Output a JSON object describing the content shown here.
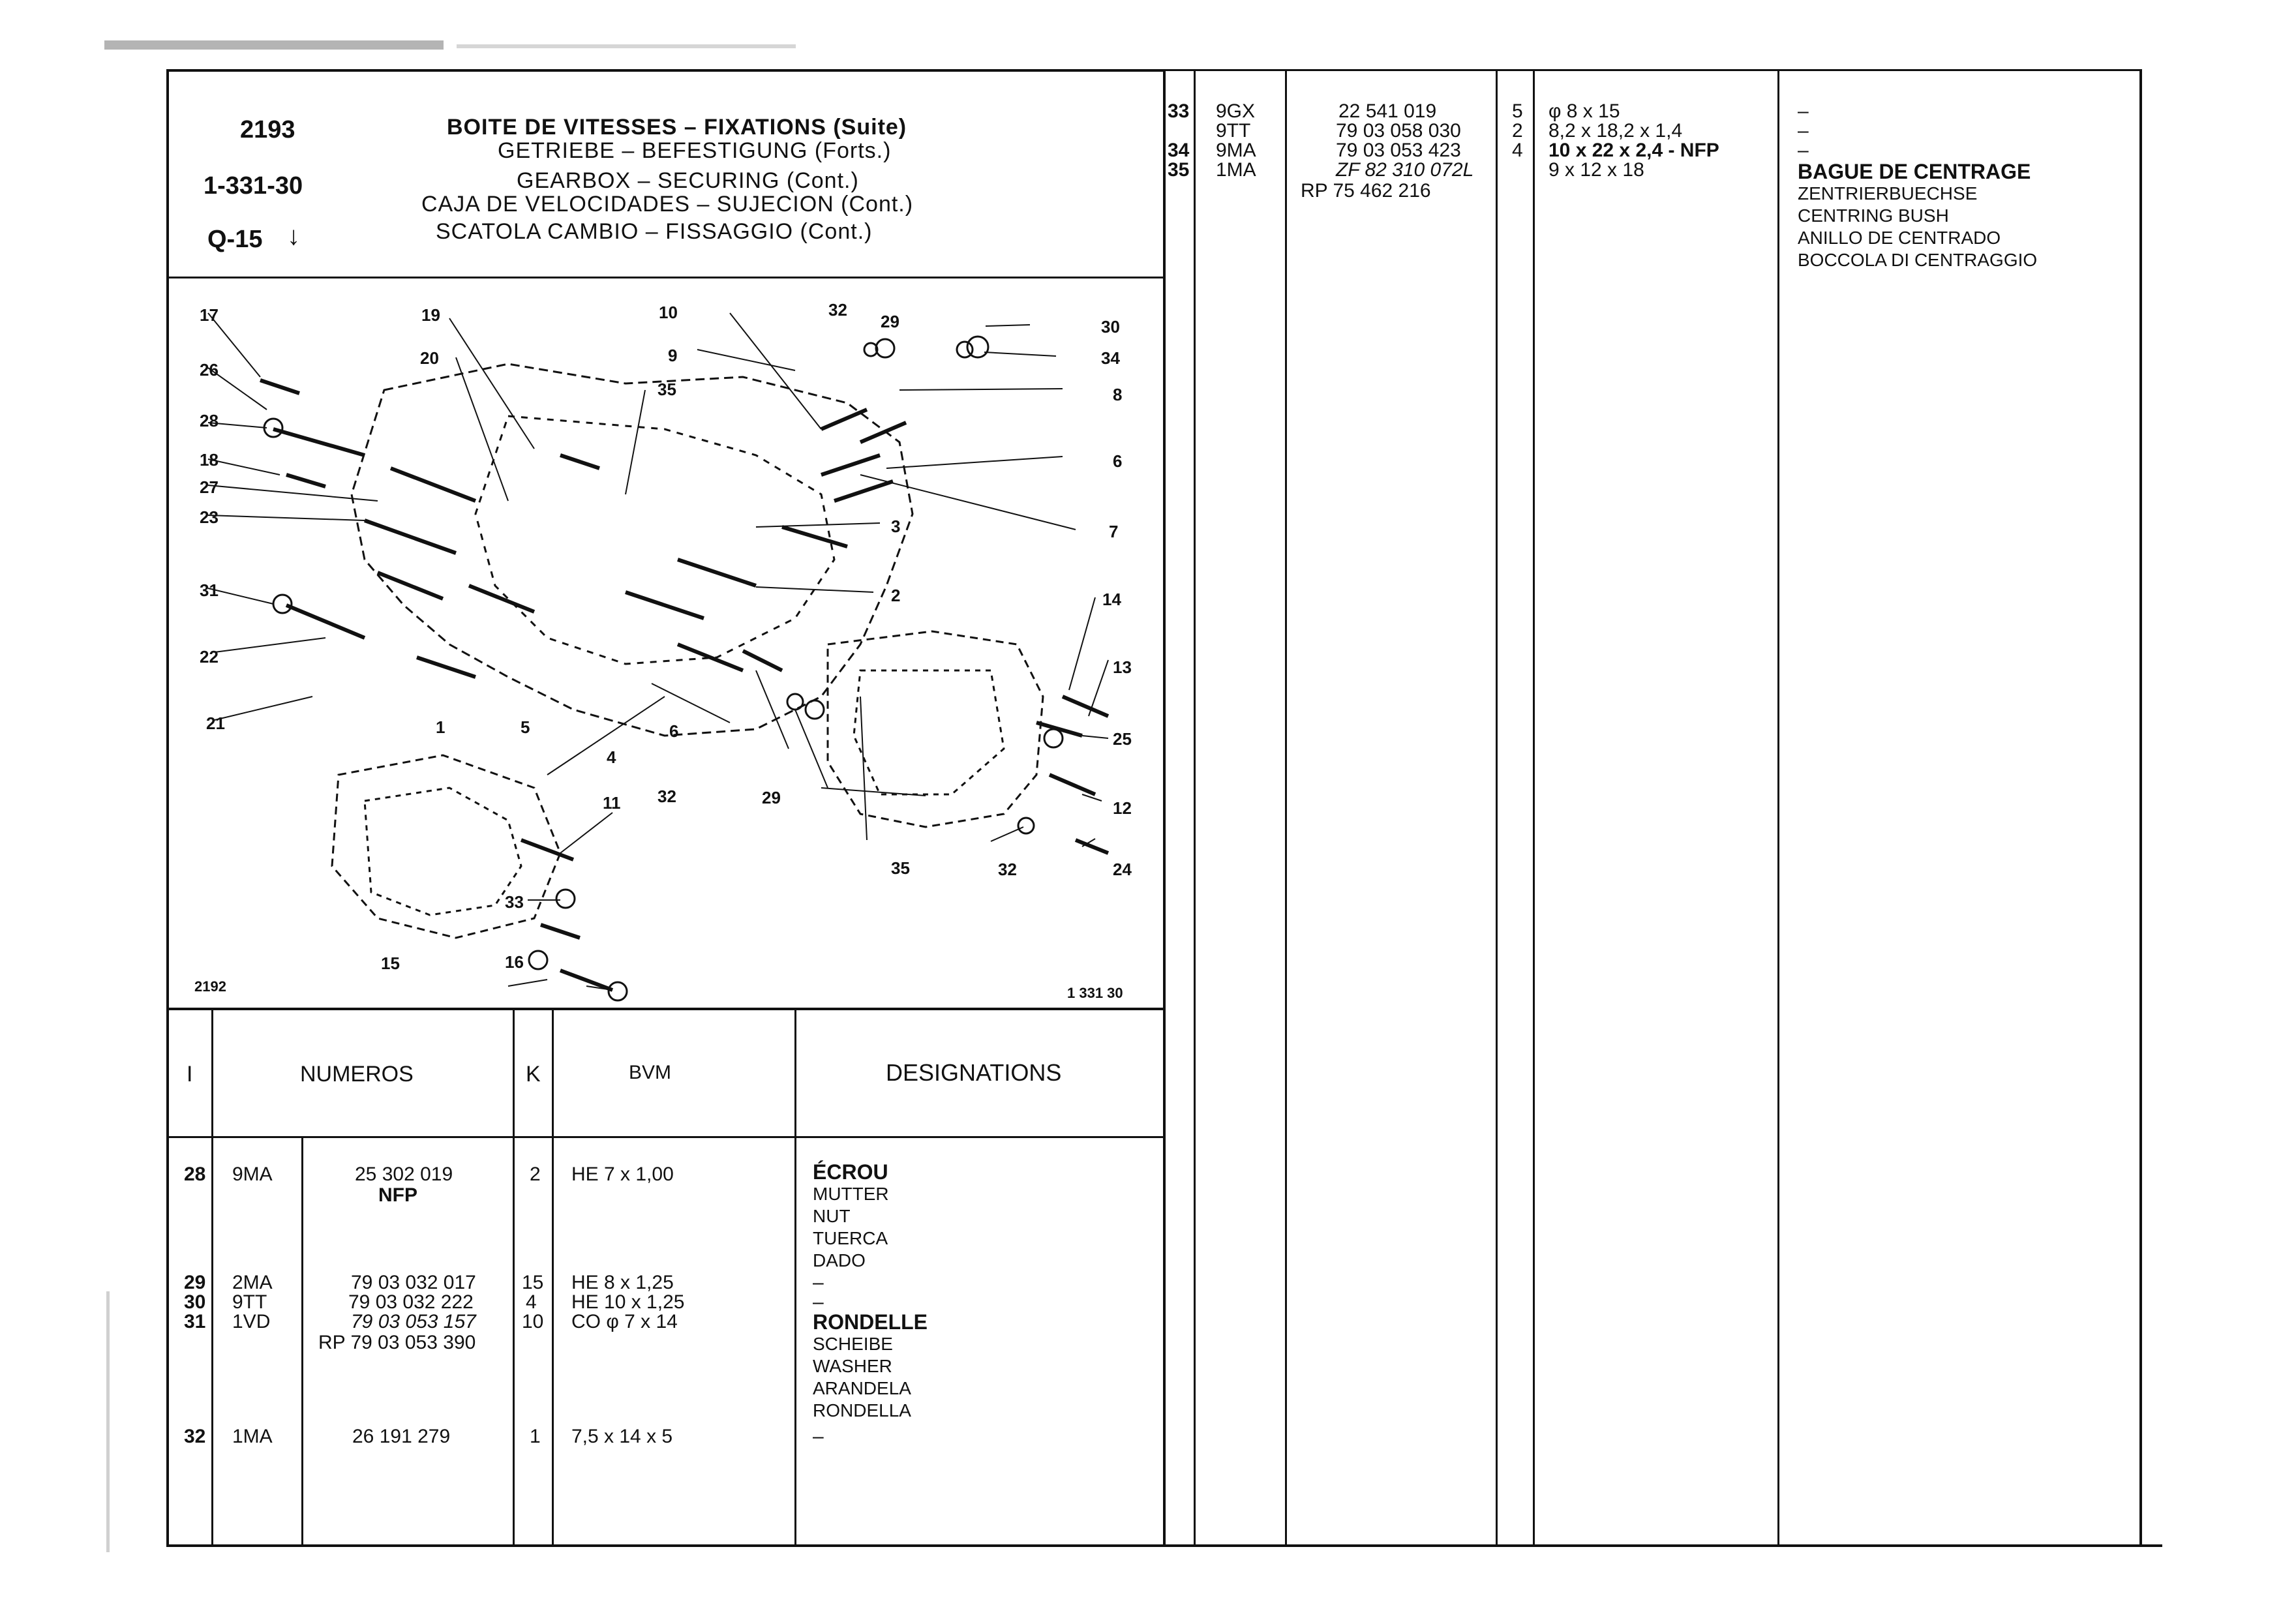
{
  "header": {
    "page_number": "2193",
    "ref_code": "1-331-30",
    "sub_code": "Q-15",
    "arrow": "↓",
    "titles": [
      "BOITE DE VITESSES – FIXATIONS (Suite)",
      "GETRIEBE – BEFESTIGUNG (Forts.)",
      "GEARBOX – SECURING (Cont.)",
      "CAJA DE VELOCIDADES – SUJECION (Cont.)",
      "SCATOLA CAMBIO – FISSAGGIO (Cont.)"
    ]
  },
  "diagram": {
    "corner_left": "2192",
    "corner_right": "1 331 30",
    "callouts": [
      "17",
      "19",
      "10",
      "32",
      "29",
      "30",
      "34",
      "26",
      "20",
      "9",
      "35",
      "8",
      "28",
      "18",
      "6",
      "27",
      "23",
      "3",
      "7",
      "31",
      "2",
      "14",
      "22",
      "13",
      "21",
      "1",
      "5",
      "6",
      "25",
      "4",
      "32",
      "29",
      "12",
      "11",
      "35",
      "32",
      "24",
      "33",
      "15",
      "16"
    ]
  },
  "table_headers": {
    "col_i": "I",
    "col_numeros": "NUMEROS",
    "col_k": "K",
    "col_bvm": "BVM",
    "col_designations": "DESIGNATIONS"
  },
  "left_rows": [
    {
      "i": "28",
      "type": "9MA",
      "num": [
        "25 302 019",
        "NFP"
      ],
      "k": "2",
      "bvm": "HE 7 x 1,00",
      "des": [
        "ÉCROU",
        "MUTTER",
        "NUT",
        "TUERCA",
        "DADO"
      ]
    },
    {
      "i": "29",
      "type": "2MA",
      "num": [
        "79 03 032 017"
      ],
      "k": "15",
      "bvm": "HE 8 x 1,25",
      "des": [
        "–"
      ]
    },
    {
      "i": "30",
      "type": "9TT",
      "num": [
        "79 03 032 222"
      ],
      "k": "4",
      "bvm": "HE 10 x 1,25",
      "des": [
        "–"
      ]
    },
    {
      "i": "31",
      "type": "1VD",
      "num": [
        "79 03 053 157",
        "RP 79 03 053 390"
      ],
      "k": "10",
      "bvm": "CO φ 7 x 14",
      "des": [
        "RONDELLE",
        "SCHEIBE",
        "WASHER",
        "ARANDELA",
        "RONDELLA"
      ]
    },
    {
      "i": "32",
      "type": "1MA",
      "num": [
        "26 191 279"
      ],
      "k": "1",
      "bvm": "7,5 x 14 x 5",
      "des": [
        "–"
      ]
    }
  ],
  "right_rows": [
    {
      "i": "33",
      "type": "9GX",
      "num": [
        "22 541 019"
      ],
      "k": "5",
      "bvm": "φ 8 x 15",
      "des": [
        "–"
      ]
    },
    {
      "i": "",
      "type": "9TT",
      "num": [
        "79 03 058 030"
      ],
      "k": "2",
      "bvm": "8,2 x 18,2 x 1,4",
      "des": [
        "–"
      ]
    },
    {
      "i": "34",
      "type": "9MA",
      "num": [
        "79 03 053 423"
      ],
      "k": "4",
      "bvm": "10 x 22 x 2,4 - NFP",
      "des": [
        "–"
      ]
    },
    {
      "i": "35",
      "type": "1MA",
      "num": [
        "ZF 82  310  072L",
        "RP 75  462  216"
      ],
      "k": "",
      "bvm": "9 x 12 x 18",
      "des": [
        "BAGUE DE CENTRAGE",
        "ZENTRIERBUECHSE",
        "CENTRING BUSH",
        "ANILLO DE CENTRADO",
        "BOCCOLA DI CENTRAGGIO"
      ]
    }
  ]
}
